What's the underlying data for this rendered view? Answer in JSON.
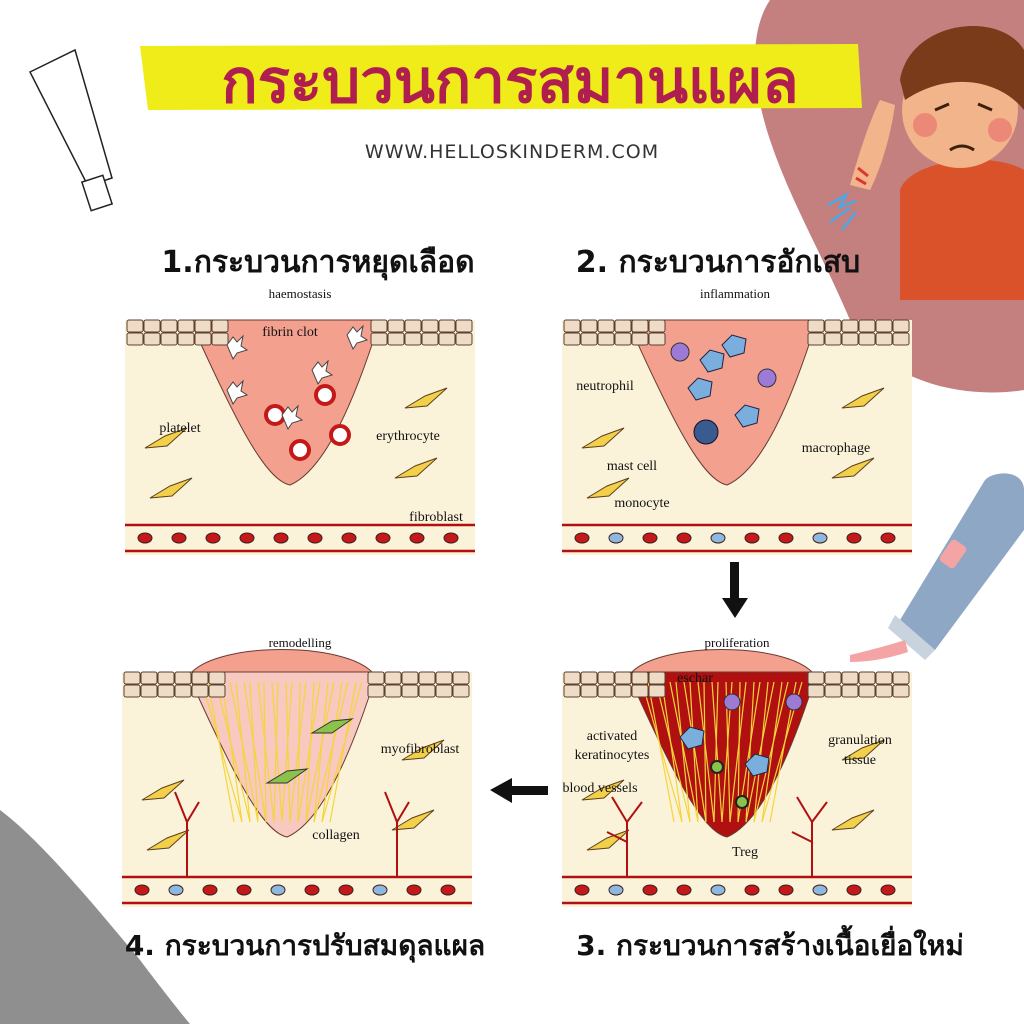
{
  "header": {
    "title": "กระบวนการสมานแผล",
    "website": "WWW.HELLOSKINDERM.COM"
  },
  "colors": {
    "title_text": "#b01e4f",
    "title_banner": "#f0ec1a",
    "blob_top_right": "#c47f7f",
    "blob_bottom_left": "#8f8f8f",
    "panel_bg": "#fbf3d9",
    "wound_pink": "#f3a08f",
    "granulation": "#b01010",
    "vessel": "#b01010"
  },
  "sections": [
    {
      "label": "1.กระบวนการหยุดเลือด",
      "panel_title": "haemostasis",
      "labels": [
        "fibrin clot",
        "platelet",
        "erythrocyte",
        "fibroblast"
      ]
    },
    {
      "label": "2. กระบวนการอักเสบ",
      "panel_title": "inflammation",
      "labels": [
        "neutrophil",
        "macrophage",
        "mast cell",
        "monocyte"
      ]
    },
    {
      "label": "3. กระบวนการสร้างเนื้อเยื่อใหม่",
      "panel_title": "proliferation",
      "labels": [
        "eschar",
        "activated",
        "keratinocytes",
        "granulation",
        "tissue",
        "blood vessels",
        "Treg"
      ]
    },
    {
      "label": "4. กระบวนการปรับสมดุลแผล",
      "panel_title": "remodelling",
      "labels": [
        "myofibroblast",
        "collagen"
      ]
    }
  ],
  "icons": [
    "ointment-tube-outline-icon",
    "crying-boy-illustration",
    "cream-tube-icon",
    "arrow-down-icon",
    "arrow-left-icon"
  ]
}
